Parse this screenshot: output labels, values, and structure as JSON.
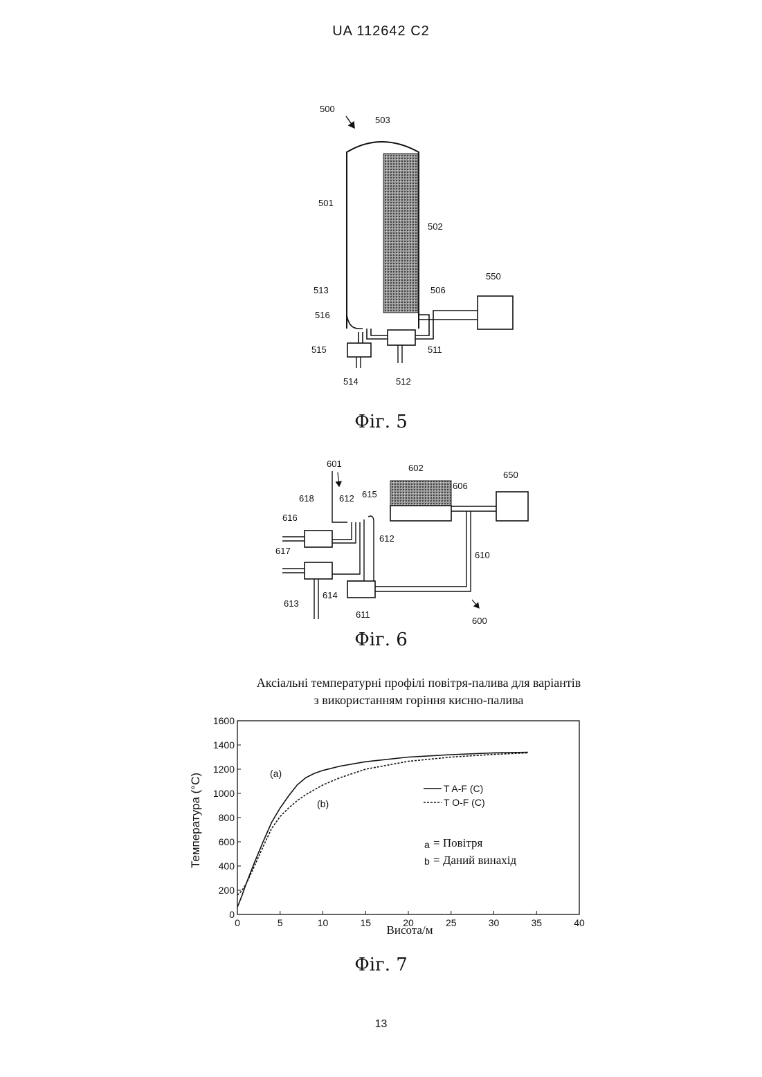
{
  "header": "UA   112642   C2",
  "page_number": "13",
  "fig5": {
    "caption": "Фіг. 5",
    "labels": [
      "500",
      "503",
      "501",
      "502",
      "513",
      "506",
      "550",
      "516",
      "515",
      "511",
      "514",
      "512"
    ]
  },
  "fig6": {
    "caption": "Фіг. 6",
    "labels": [
      "601",
      "602",
      "650",
      "618",
      "612",
      "615",
      "606",
      "616",
      "612",
      "617",
      "610",
      "613",
      "614",
      "611",
      "600"
    ]
  },
  "fig7": {
    "caption": "Фіг. 7",
    "title_line1": "Аксіальні температурні профілі повітря-палива для варіантів",
    "title_line2": "з використанням горіння кисню-палива",
    "annot_a": "(a)",
    "annot_b": "(b)",
    "legend_a": "T A-F (C)",
    "legend_b": "T O-F (C)",
    "key_a_letter": "a",
    "key_a_text": "= Повітря",
    "key_b_letter": "b",
    "key_b_text": "= Даний винахід"
  },
  "chart_data": {
    "type": "line",
    "title": "Аксіальні температурні профілі повітря-палива для варіантів з використанням горіння кисню-палива",
    "xlabel": "Висота/м",
    "ylabel": "Температура (°C)",
    "xlim": [
      0,
      40
    ],
    "ylim": [
      0,
      1600
    ],
    "xticks": [
      0,
      5,
      10,
      15,
      20,
      25,
      30,
      35,
      40
    ],
    "yticks": [
      0,
      200,
      400,
      600,
      800,
      1000,
      1200,
      1400,
      1600
    ],
    "legend_position": "right",
    "series": [
      {
        "name": "T A-F (C)",
        "style": "solid",
        "x": [
          0,
          0.5,
          1,
          2,
          3,
          4,
          5,
          6,
          7,
          8,
          9,
          10,
          12,
          15,
          20,
          25,
          30,
          34
        ],
        "values": [
          60,
          150,
          250,
          430,
          600,
          760,
          880,
          980,
          1070,
          1130,
          1165,
          1190,
          1225,
          1262,
          1300,
          1320,
          1335,
          1340
        ]
      },
      {
        "name": "T O-F (C)",
        "style": "dashed",
        "x": [
          0,
          0.5,
          1,
          2,
          3,
          4,
          5,
          6,
          7,
          8,
          9,
          10,
          12,
          15,
          20,
          25,
          30,
          34
        ],
        "values": [
          160,
          195,
          250,
          400,
          560,
          710,
          810,
          880,
          940,
          990,
          1030,
          1070,
          1130,
          1200,
          1265,
          1300,
          1322,
          1335
        ]
      }
    ]
  }
}
